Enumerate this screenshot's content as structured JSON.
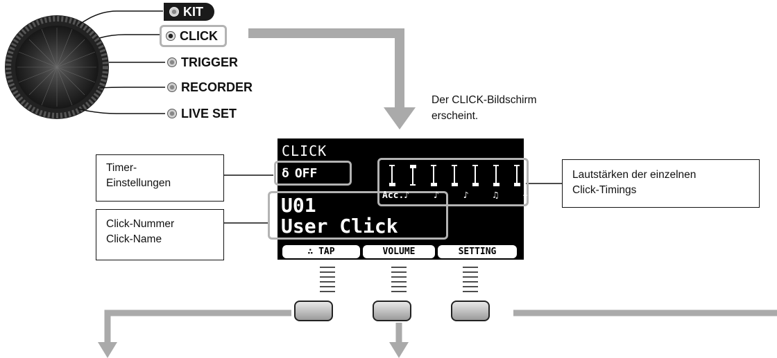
{
  "menu": {
    "items": [
      {
        "label": "KIT",
        "state": "active"
      },
      {
        "label": "CLICK",
        "state": "selected"
      },
      {
        "label": "TRIGGER",
        "state": "normal"
      },
      {
        "label": "RECORDER",
        "state": "normal"
      },
      {
        "label": "LIVE SET",
        "state": "normal"
      }
    ]
  },
  "caption": {
    "line1": "Der CLICK-Bildschirm",
    "line2": "erscheint."
  },
  "lcd": {
    "title": "CLICK",
    "timer_icon": "δ",
    "timer_value": "OFF",
    "click_number": "U01",
    "click_name": "User Click",
    "volume_labels": [
      "Acc.♪",
      "♪",
      "♪",
      "♫",
      "★"
    ],
    "softkeys": [
      "∴ TAP",
      "VOLUME",
      "SETTING"
    ]
  },
  "callouts": {
    "timer": {
      "line1": "Timer-",
      "line2": "Einstellungen"
    },
    "click": {
      "line1": "Click-Nummer",
      "line2": "Click-Name"
    },
    "volume": {
      "line1": "Lautstärken der einzelnen",
      "line2": "Click-Timings"
    }
  },
  "colors": {
    "arrow": "#aaaaaa",
    "lcd_background": "#000000",
    "highlight": "#b3b3b3"
  },
  "icons": [
    "dial-knob-icon",
    "led-icon",
    "timer-icon",
    "down-arrow-icon"
  ]
}
